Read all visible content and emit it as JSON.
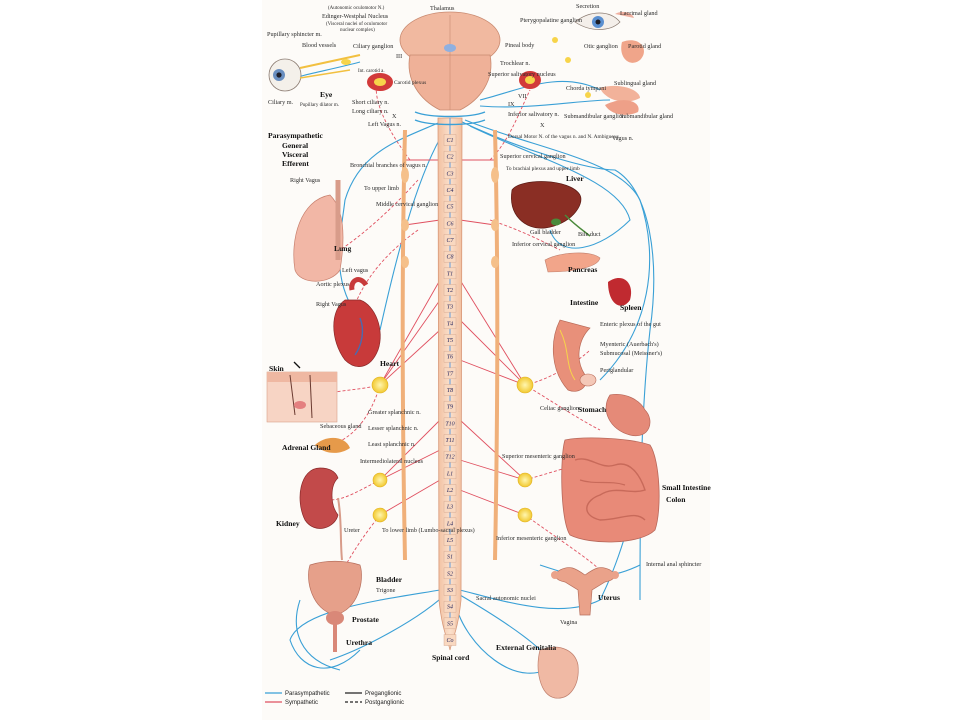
{
  "colors": {
    "parasympathetic": "#3aa0d6",
    "sympathetic": "#e05060",
    "cord": "#f4c6a6",
    "organ": "#e58f7a",
    "ganglion": "#f7d44a"
  },
  "labels": {
    "thalamus": "Thalamus",
    "autonomic_oculomotor": "(Autonomic oculomotor N.)",
    "edinger": "Edinger-Westphal Nucleus",
    "visceral_nuclei": "(Visceral nuclei of oculomotor",
    "visceral_nuclei2": "nuclear complex)",
    "pupillary_sphincter": "Pupillary sphincter m.",
    "blood_vessels": "Blood vessels",
    "ciliary_ganglion": "Ciliary ganglion",
    "int_carotid": "Int. carotid a.",
    "carotid_plexus": "Carotid plexus",
    "eye": "Eye",
    "ciliary_m": "Ciliary m.",
    "pupillary_dilator": "Pupillary dilator m.",
    "short_ciliary": "Short ciliary n.",
    "long_ciliary": "Long ciliary n.",
    "left_vagus": "Left Vagus n.",
    "pterygopalatine": "Pterygopalatine ganglion",
    "secretion": "Secretion",
    "lacrimal": "Lacrimal gland",
    "pineal": "Pineal body",
    "trochlear": "Trochlear n.",
    "otic": "Otic ganglion",
    "parotid": "Parotid gland",
    "superior_salivatory": "Superior salivatory nucleus",
    "chorda": "Chorda tympani",
    "sublingual": "Sublingual gland",
    "inferior_salivatory": "Inferior salivatory n.",
    "submandibular_ganglion": "Submandibular ganglion",
    "submandibular_gland": "Submandibular gland",
    "dorsal_motor": "Dorsal Motor N. of the vagus n. and N. Ambiguous",
    "vagus_n": "Vagus n.",
    "superior_cervical": "Superior cervical ganglion",
    "to_brachial": "To brachial plexus and upper limb",
    "liver": "Liver",
    "gall_bladder": "Gall bladder",
    "bile_duct": "Bile duct",
    "inferior_cervical": "Inferior cervical ganglion",
    "pancreas": "Pancreas",
    "intestine": "Intestine",
    "spleen": "Spleen",
    "enteric": "Enteric plexus of the gut",
    "myenteric": "Myenteric (Auerbach's)",
    "submucosal": "Submucosal (Meissner's)",
    "periglandular": "Periglandular",
    "stomach": "Stomach",
    "celiac": "Celiac ganglion",
    "superior_mesenteric": "Superior mesenteric ganglion",
    "small_intestine": "Small Intestine",
    "colon": "Colon",
    "inferior_mesenteric": "Inferior mesenteric ganglion",
    "internal_anal": "Internal anal sphincter",
    "uterus": "Uterus",
    "vagina": "Vagina",
    "sacral_auto": "Sacral autonomic nuclei",
    "spinal_cord": "Spinal cord",
    "external_genitalia": "External Genitalia",
    "parasym_general": "Parasympathetic",
    "general": "General",
    "visceral": "Visceral",
    "efferent": "Efferent",
    "bronchial": "Bronchial branches of vagus n.",
    "right_vagus": "Right Vagus",
    "to_upper_limb": "To upper limb",
    "middle_cervical": "Middle cervical ganglion",
    "lung": "Lung",
    "left_vagus2": "Left vagus",
    "aortic_plexus": "Aortic plexus",
    "right_vagus2": "Right Vagus",
    "skin": "Skin",
    "heart": "Heart",
    "sebaceous": "Sebaceous gland",
    "greater_splanchnic": "Greater splanchnic n.",
    "lesser_splanchnic": "Lesser splanchnic n.",
    "least_splanchnic": "Least splanchnic n.",
    "intermediolateral": "Intermediolateral nucleus",
    "adrenal": "Adrenal Gland",
    "kidney": "Kidney",
    "ureter": "Ureter",
    "to_lower_limb": "To lower limb (Lumbo-sacral plexus)",
    "bladder": "Bladder",
    "trigone": "Trigone",
    "prostate": "Prostate",
    "urethra": "Urethra",
    "nerve_iii": "III",
    "nerve_vii": "VII",
    "nerve_ix": "IX",
    "nerve_x": "X"
  },
  "segments": [
    "C1",
    "C2",
    "C3",
    "C4",
    "C5",
    "C6",
    "C7",
    "C8",
    "T1",
    "T2",
    "T3",
    "T4",
    "T5",
    "T6",
    "T7",
    "T8",
    "T9",
    "T10",
    "T11",
    "T12",
    "L1",
    "L2",
    "L3",
    "L4",
    "L5",
    "S1",
    "S2",
    "S3",
    "S4",
    "S5",
    "Co"
  ],
  "legend": {
    "parasympathetic": "Parasympathetic",
    "sympathetic": "Sympathetic",
    "preganglionic": "Preganglionic",
    "postganglionic": "Postganglionic"
  }
}
